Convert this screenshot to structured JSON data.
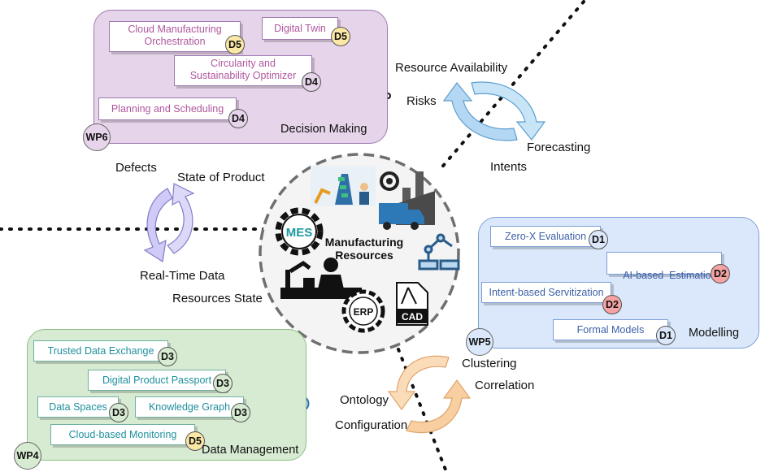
{
  "colors": {
    "wp6_fill": "#e6d4ea",
    "wp6_border": "#9e7bb0",
    "wp6_text": "#b0569e",
    "wp5_fill": "#dbe8fb",
    "wp5_border": "#7d9fd6",
    "wp5_text": "#3d5fa6",
    "wp4_fill": "#d7ebd2",
    "wp4_border": "#8cbf84",
    "wp4_text": "#1f8f9e",
    "badge_D1": "#dbe8fb",
    "badge_D2": "#f5a3a3",
    "badge_D3": "#d7ebd2",
    "badge_D4": "#e6d4ea",
    "badge_D5": "#fbe8a6",
    "cycle_purple": "#c9c6f5",
    "cycle_blue": "#bfe0f7",
    "cycle_orange": "#fad6ae"
  },
  "center": {
    "title_line1": "Manufacturing",
    "title_line2": "Resources",
    "icons": [
      "assembly-line-icon",
      "factory-icon",
      "truck-icon",
      "mes-gear-icon",
      "robot-arm-icon",
      "worker-icon",
      "erp-gear-icon",
      "cad-file-icon"
    ],
    "mes_label": "MES",
    "erp_label": "ERP",
    "cad_label": "CAD"
  },
  "wp6": {
    "badge": "WP6",
    "title": "Decision Making",
    "icon": "gear-network-icon",
    "tags": [
      {
        "label": "Cloud Manufacturing Orchestration",
        "line1": "Cloud Manufacturing",
        "line2": "Orchestration",
        "badge": "D5"
      },
      {
        "label": "Digital Twin",
        "badge": "D5"
      },
      {
        "label": "Circularity and Sustainability Optimizer",
        "line1": "Circularity and",
        "line2": "Sustainability Optimizer",
        "badge": "D4"
      },
      {
        "label": "Planning and Scheduling",
        "badge": "D4"
      }
    ]
  },
  "wp5": {
    "badge": "WP5",
    "title": "Modelling",
    "icon": "flow-diagram-icon",
    "tags": [
      {
        "label": "Zero-X Evaluation",
        "badge": "D1"
      },
      {
        "label": "AI-based  Estimation",
        "badge": "D2"
      },
      {
        "label": "Intent-based Servitization",
        "badge": "D2"
      },
      {
        "label": "Formal Models",
        "badge": "D1"
      }
    ]
  },
  "wp4": {
    "badge": "WP4",
    "title": "Data Management",
    "icon": "cloud-database-icon",
    "tags": [
      {
        "label": "Trusted Data Exchange",
        "badge": "D3"
      },
      {
        "label": "Digital Product Passport",
        "badge": "D3"
      },
      {
        "label": "Data Spaces",
        "badge": "D3"
      },
      {
        "label": "Knowledge Graph",
        "badge": "D3"
      },
      {
        "label": "Cloud-based Monitoring",
        "badge": "D5"
      }
    ]
  },
  "labels": {
    "resource_availability": "Resource Availability",
    "risks": "Risks",
    "forecasting": "Forecasting",
    "intents": "Intents",
    "defects": "Defects",
    "state_of_product": "State of Product",
    "real_time_data": "Real-Time Data",
    "resources_state": "Resources State",
    "clustering": "Clustering",
    "correlation": "Correlation",
    "ontology": "Ontology",
    "configuration": "Configuration"
  }
}
